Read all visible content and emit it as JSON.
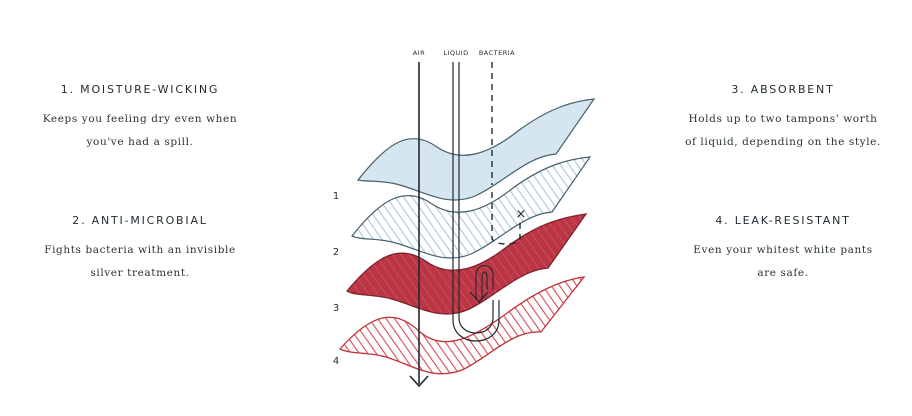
{
  "features": [
    {
      "heading": "1. MOISTURE-WICKING",
      "desc_line1": "Keeps you feeling dry even when",
      "desc_line2": "you've had a spill."
    },
    {
      "heading": "2. ANTI-MICROBIAL",
      "desc_line1": "Fights bacteria with an invisible",
      "desc_line2": "silver treatment."
    },
    {
      "heading": "3. ABSORBENT",
      "desc_line1": "Holds up to two tampons' worth",
      "desc_line2": "of liquid, depending on the style."
    },
    {
      "heading": "4. LEAK-RESISTANT",
      "desc_line1": "Even your whitest white pants",
      "desc_line2": "are safe."
    }
  ],
  "diagram": {
    "flow_labels": {
      "air": "AIR",
      "liquid": "LIQUID",
      "bacteria": "BACTERIA"
    },
    "layer_numbers": [
      "1",
      "2",
      "3",
      "4"
    ],
    "bacteria_marker": "×",
    "colors": {
      "layer1": "#d6e6f0",
      "layer2_hatch": "#a9c8da",
      "layer3": "#bc3544",
      "layer4_hatch": "#d94a52",
      "ink": "#1f2a30"
    }
  }
}
